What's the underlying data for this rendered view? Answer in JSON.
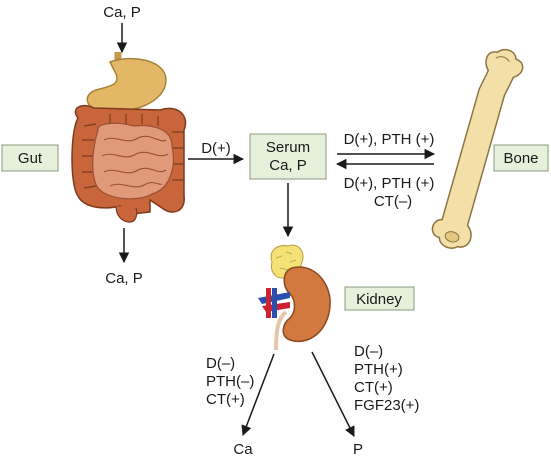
{
  "nodes": {
    "gut": "Gut",
    "serum_line1": "Serum",
    "serum_line2": "Ca, P",
    "bone": "Bone",
    "kidney": "Kidney"
  },
  "labels": {
    "intake": "Ca, P",
    "fecal": "Ca, P",
    "gut_to_serum": "D(+)",
    "serum_to_bone": "D(+), PTH (+)",
    "bone_to_serum_1": "D(+), PTH (+)",
    "bone_to_serum_2": "CT(–)",
    "ca_reg_1": "D(–)",
    "ca_reg_2": "PTH(–)",
    "ca_reg_3": "CT(+)",
    "p_reg_1": "D(–)",
    "p_reg_2": "PTH(+)",
    "p_reg_3": "CT(+)",
    "p_reg_4": "FGF23(+)",
    "urine_ca": "Ca",
    "urine_p": "P"
  },
  "colors": {
    "box_fill": "#e6f0db",
    "stomach": "#e2b866",
    "intestine": "#c8653a",
    "small_intestine": "#e09a7a",
    "bone": "#f3dfa8",
    "kidney": "#d2793f",
    "adrenal": "#f4e277",
    "artery": "#cc2233",
    "vein": "#2b4fb0"
  }
}
